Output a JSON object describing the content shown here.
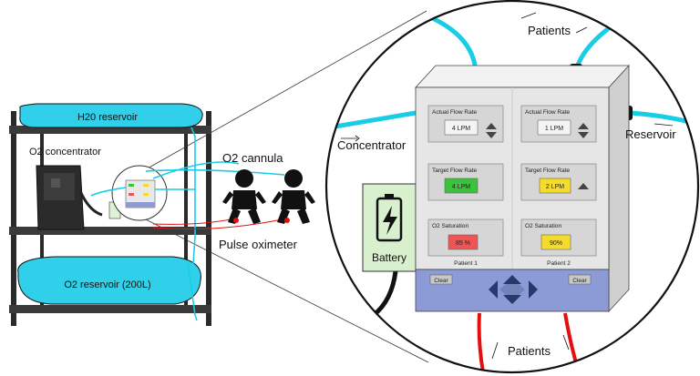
{
  "labels": {
    "h2o_reservoir": "H20 reservoir",
    "o2_concentrator": "O2 concentrator",
    "o2_reservoir": "O2 reservoir (200L)",
    "o2_cannula": "O2 cannula",
    "pulse_oximeter": "Pulse oximeter",
    "concentrator": "Concentrator",
    "reservoir": "Reservoir",
    "patients_top": "Patients",
    "patients_bottom": "Patients",
    "battery": "Battery"
  },
  "device": {
    "patient1": {
      "actual_flow_label": "Actual Flow Rate",
      "actual_flow_value": "4 LPM",
      "target_flow_label": "Target Flow Rate",
      "target_flow_value": "4 LPM",
      "saturation_label": "O2 Saturation",
      "saturation_value": "85 %",
      "name": "Patient 1"
    },
    "patient2": {
      "actual_flow_label": "Actual Flow Rate",
      "actual_flow_value": "1 LPM",
      "target_flow_label": "Target Flow Rate",
      "target_flow_value": "2 LPM",
      "saturation_label": "O2 Saturation",
      "saturation_value": "90%",
      "name": "Patient 2"
    },
    "clear_left": "Clear",
    "clear_right": "Clear"
  },
  "colors": {
    "tube_cyan": "#19cde6",
    "reservoir_fill": "#31d0ea",
    "cable_red": "#e41010",
    "shelf": "#3a3a3a",
    "device_panel": "#e6e6e6",
    "keypad_blue": "#8c9ad6",
    "battery_green": "#d9f0cf",
    "target_green": "#3cc23c",
    "target_yellow": "#f5dc2a",
    "sat_red": "#ef5555",
    "sat_yellow": "#f5dc2a"
  },
  "icons": [
    "lightning-icon",
    "up-arrow-icon",
    "down-arrow-icon",
    "left-arrow-icon",
    "right-arrow-icon",
    "baby-icon"
  ]
}
